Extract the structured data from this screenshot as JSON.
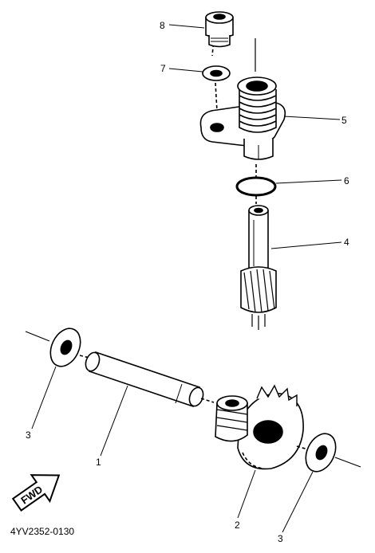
{
  "callouts": {
    "c1": "1",
    "c2": "2",
    "c3_left": "3",
    "c3_right": "3",
    "c4": "4",
    "c5": "5",
    "c6": "6",
    "c7": "7",
    "c8": "8"
  },
  "fwd_label": "FWD",
  "diagram_code": "4YV2352-0130",
  "colors": {
    "background": "#ffffff",
    "ink": "#000000",
    "part": "#ffffff"
  }
}
